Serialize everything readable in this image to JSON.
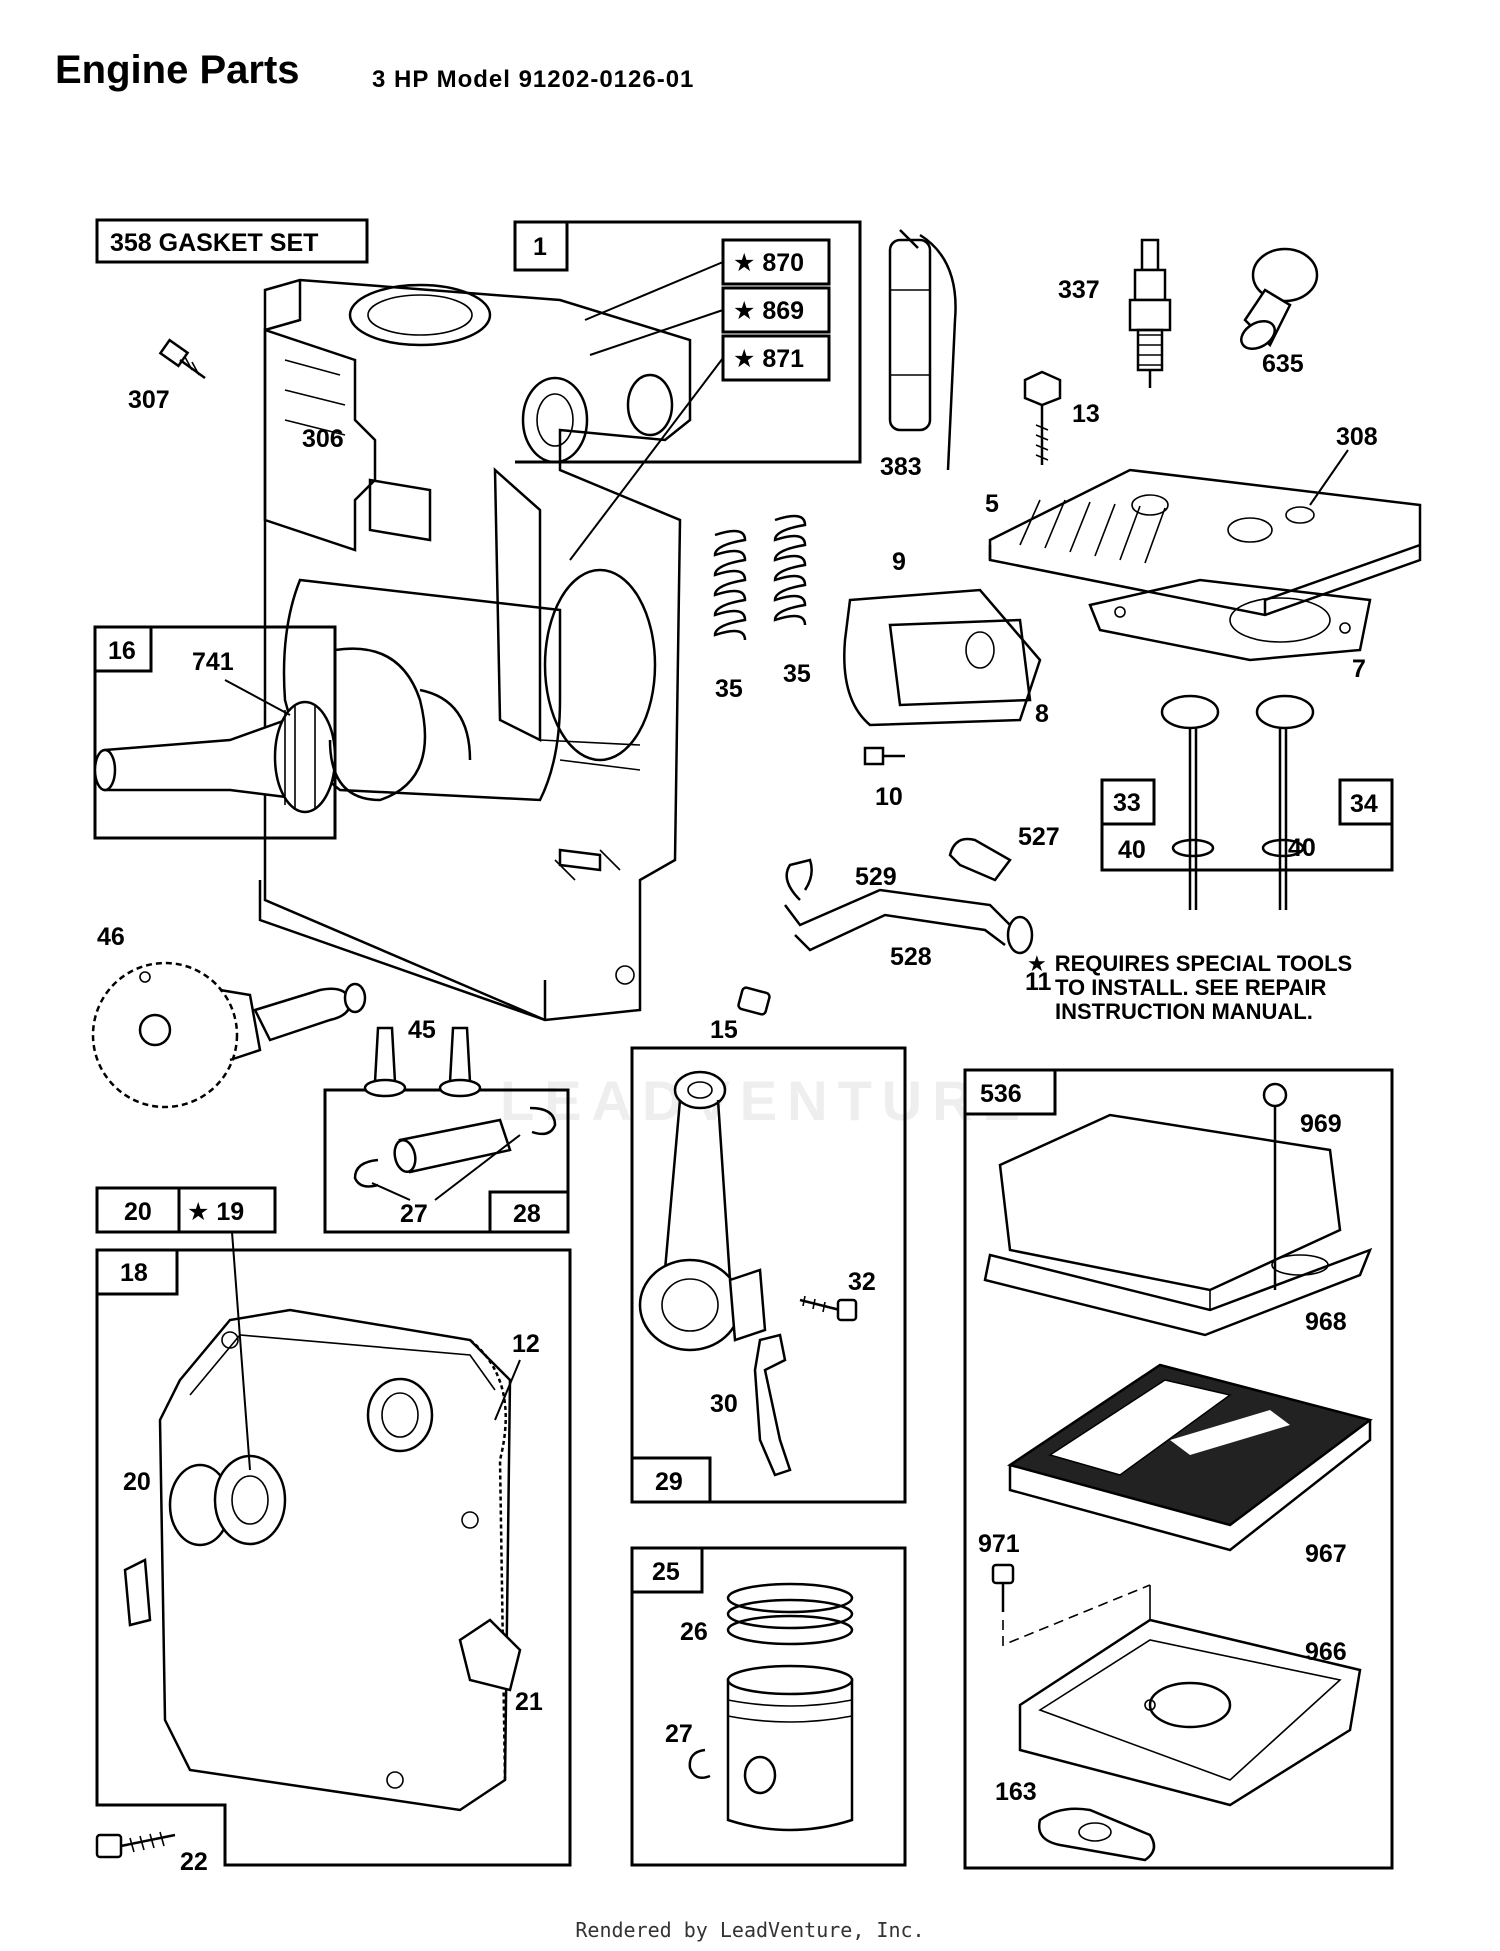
{
  "header": {
    "title": "Engine Parts",
    "subtitle": "3  HP Model 91202-0126-01"
  },
  "note": {
    "star": "★",
    "line1": "REQUIRES SPECIAL TOOLS",
    "line2": "TO INSTALL.  SEE REPAIR",
    "line3": "INSTRUCTION MANUAL."
  },
  "boxed_labels": {
    "gasket_set": "358 GASKET SET",
    "b1": "1",
    "b870": "★ 870",
    "b869": "★ 869",
    "b871": "★ 871",
    "b16": "16",
    "b33": "33",
    "b34": "34",
    "b40a": "40",
    "b40b": "40",
    "b20": "20",
    "b19": "★ 19",
    "b18": "18",
    "b28": "28",
    "b29": "29",
    "b25": "25",
    "b536": "536"
  },
  "labels": {
    "l307": "307",
    "l306": "306",
    "l383": "383",
    "l337": "337",
    "l635": "635",
    "l13": "13",
    "l308": "308",
    "l5": "5",
    "l741": "741",
    "l9": "9",
    "l35a": "35",
    "l35b": "35",
    "l8": "8",
    "l7": "7",
    "l10": "10",
    "l529": "529",
    "l527": "527",
    "l528": "528",
    "l11": "11",
    "l15": "15",
    "l46": "46",
    "l45": "45",
    "l27a": "27",
    "l12": "12",
    "l20": "20",
    "l21": "21",
    "l22": "22",
    "l32": "32",
    "l30": "30",
    "l26": "26",
    "l27b": "27",
    "l969": "969",
    "l968": "968",
    "l967": "967",
    "l971": "971",
    "l966": "966",
    "l163": "163"
  },
  "watermark": "LEADVENTURE",
  "footer": "Rendered by LeadVenture, Inc."
}
